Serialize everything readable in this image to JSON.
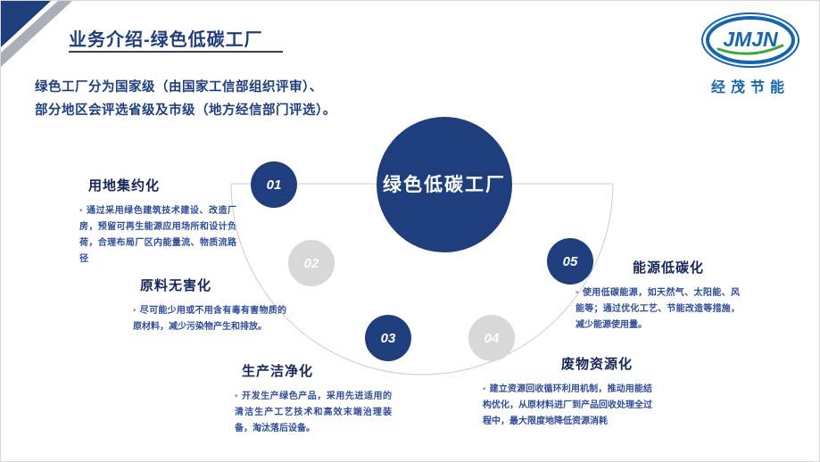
{
  "slide": {
    "title": "业务介绍-绿色低碳工厂",
    "intro_line1": "绿色工厂分为国家级（由国家工信部组织评审）、",
    "intro_line2": "部分地区会评选省级及市级（地方经信部门评选）。",
    "center_label": "绿色低碳工厂"
  },
  "logo": {
    "brand": "JMJN",
    "company": "经茂节能"
  },
  "ui": {
    "bullet": "•"
  },
  "items": [
    {
      "num": "01",
      "style": "blue",
      "title": "用地集约化",
      "desc": "通过采用绿色建筑技术建设、改造厂房，预留可再生能源应用场所和设计负荷，合理布局厂区内能量流、物质流路径"
    },
    {
      "num": "02",
      "style": "gray",
      "title": "原料无害化",
      "desc": "尽可能少用或不用含有毒有害物质的原材料，减少污染物产生和排放。"
    },
    {
      "num": "03",
      "style": "blue",
      "title": "生产洁净化",
      "desc": "开发生产绿色产品，采用先进适用的清洁生产工艺技术和高效末端治理装备，淘汰落后设备。"
    },
    {
      "num": "04",
      "style": "gray",
      "title": "废物资源化",
      "desc": "建立资源回收循环利用机制，推动用能结构优化，从原材料进厂到产品回收处理全过程中，最大限度地降低资源消耗"
    },
    {
      "num": "05",
      "style": "blue",
      "title": "能源低碳化",
      "desc": "使用低碳能源，如天然气、太阳能、风能等；通过优化工艺、节能改造等措施，减少能源使用量。"
    }
  ],
  "colors": {
    "primary_blue": "#1f3e7d",
    "gray_circle": "#d8d8d8",
    "desc_text_blue": "#2f4d96",
    "heading_navy": "#17265a",
    "logo_blue": "#1565b0",
    "logo_green": "#3fa63f",
    "arc_line_gray": "#cccccc"
  }
}
